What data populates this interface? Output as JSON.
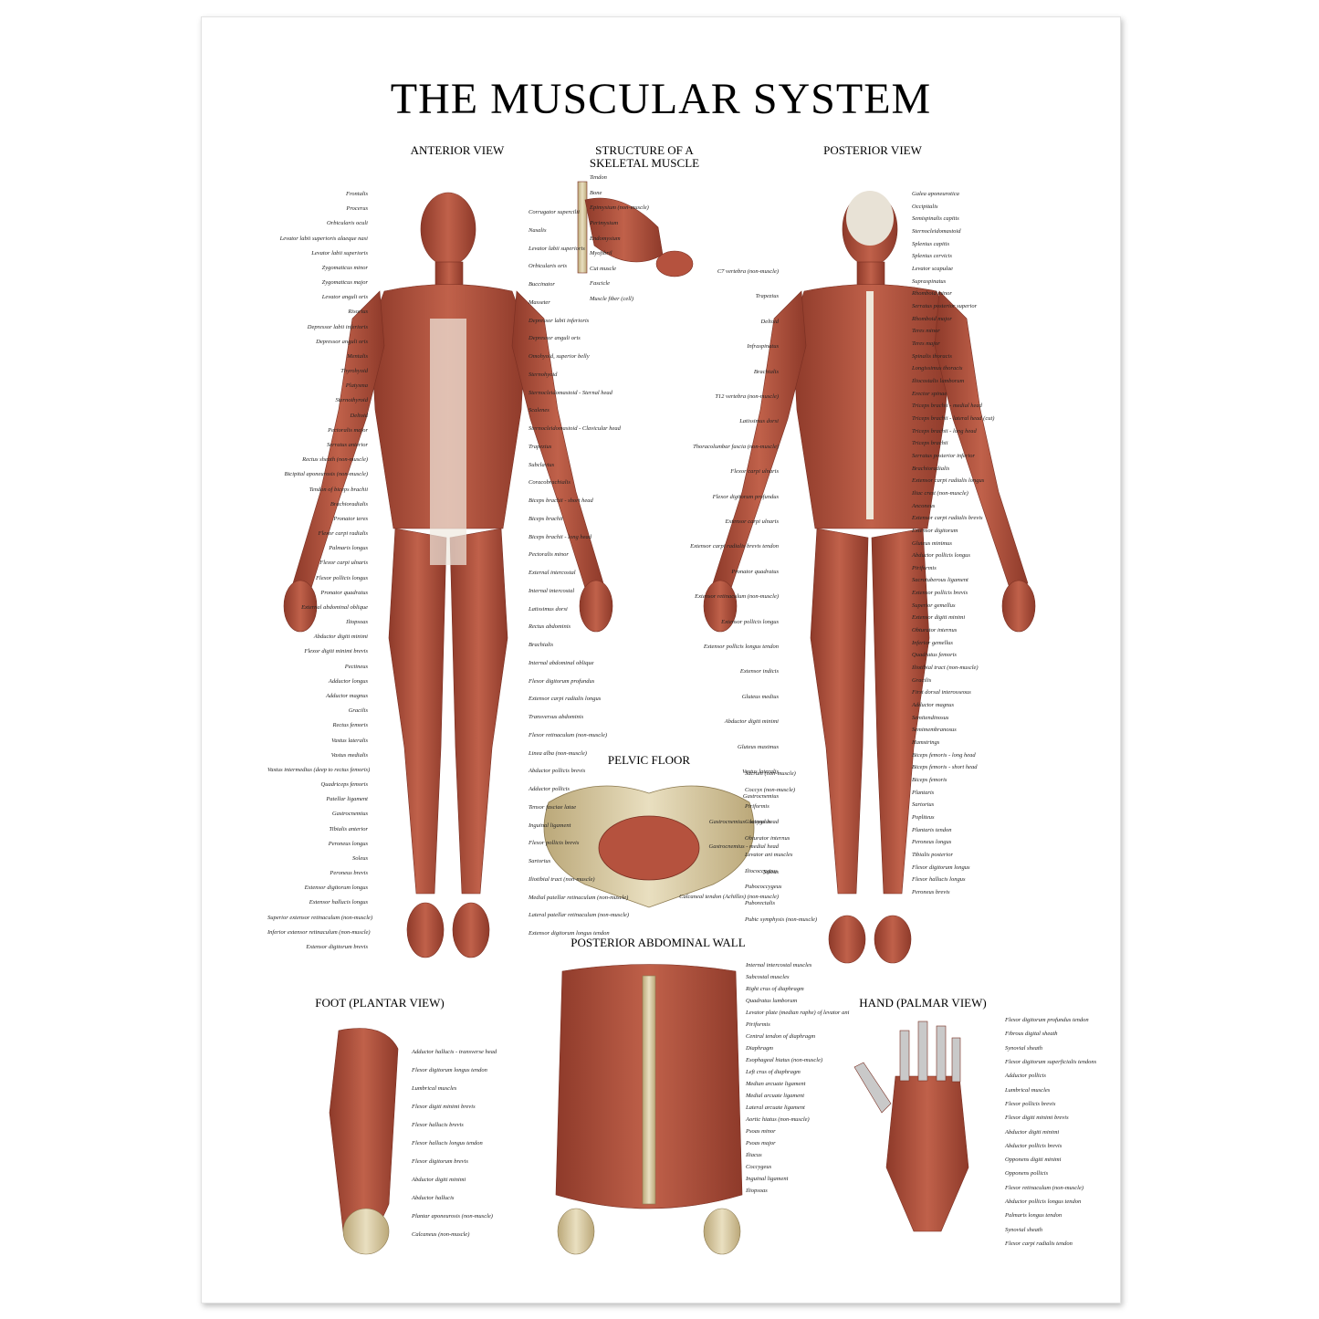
{
  "title": "THE MUSCULAR SYSTEM",
  "sections": {
    "anterior": "ANTERIOR VIEW",
    "structure_line1": "STRUCTURE OF A",
    "structure_line2": "SKELETAL MUSCLE",
    "posterior": "POSTERIOR VIEW",
    "pelvic": "PELVIC FLOOR",
    "abdominal": "POSTERIOR ABDOMINAL WALL",
    "foot": "FOOT (PLANTAR VIEW)",
    "hand": "HAND (PALMAR VIEW)"
  },
  "anterior_left": [
    "Frontalis",
    "Procerus",
    "Orbicularis oculi",
    "Levator labii superioris alaeque nasi",
    "Levator labii superioris",
    "Zygomaticus minor",
    "Zygomaticus major",
    "Levator anguli oris",
    "Risorius",
    "Depressor labii inferioris",
    "Depressor anguli oris",
    "Mentalis",
    "Thyrohyoid",
    "Platysma",
    "Sternothyroid",
    "Deltoid",
    "Pectoralis major",
    "Serratus anterior",
    "Rectus sheath (non-muscle)",
    "Bicipital aponeurosis (non-muscle)",
    "Tendon of biceps brachii",
    "Brachioradialis",
    "Pronator teres",
    "Flexor carpi radialis",
    "Palmaris longus",
    "Flexor carpi ulnaris",
    "Flexor pollicis longus",
    "Pronator quadratus",
    "External abdominal oblique",
    "Iliopsoas",
    "Abductor digiti minimi",
    "Flexor digiti minimi brevis",
    "Pectineus",
    "Adductor longus",
    "Adductor magnus",
    "Gracilis",
    "Rectus femoris",
    "Vastus lateralis",
    "Vastus medialis",
    "Vastus intermedius (deep to rectus femoris)",
    "Quadriceps femoris",
    "Patellar ligament",
    "Gastrocnemius",
    "Tibialis anterior",
    "Peroneus longus",
    "Soleus",
    "Peroneus brevis",
    "Extensor digitorum longus",
    "Extensor hallucis longus",
    "Superior extensor retinaculum (non-muscle)",
    "Inferior extensor retinaculum (non-muscle)",
    "Extensor digitorum brevis"
  ],
  "anterior_right": [
    "Corrugator supercilii",
    "Nasalis",
    "Levator labii superioris",
    "Orbicularis oris",
    "Buccinator",
    "Masseter",
    "Depressor labii inferioris",
    "Depressor anguli oris",
    "Omohyoid, superior belly",
    "Sternohyoid",
    "Sternocleidomastoid - Sternal head",
    "Scalenes",
    "Sternocleidomastoid - Clavicular head",
    "Trapezius",
    "Subclavius",
    "Coracobrachialis",
    "Biceps brachii - short head",
    "Biceps brachii",
    "Biceps brachii - long head",
    "Pectoralis minor",
    "External intercostal",
    "Internal intercostal",
    "Latissimus dorsi",
    "Rectus abdominis",
    "Brachialis",
    "Internal abdominal oblique",
    "Flexor digitorum profundus",
    "Extensor carpi radialis longus",
    "Transversus abdominis",
    "Flexor retinaculum (non-muscle)",
    "Linea alba (non-muscle)",
    "Abductor pollicis brevis",
    "Adductor pollicis",
    "Tensor fasciae latae",
    "Inguinal ligament",
    "Flexor pollicis brevis",
    "Sartorius",
    "Iliotibial tract (non-muscle)",
    "Medial patellar retinaculum (non-muscle)",
    "Lateral patellar retinaculum (non-muscle)",
    "Extensor digitorum longus tendon"
  ],
  "structure_labels": [
    "Tendon",
    "Bone",
    "Epimysium (non-muscle)",
    "Perimysium",
    "Endomysium",
    "Myofibril",
    "Cut muscle",
    "Fascicle",
    "Muscle fiber (cell)"
  ],
  "posterior_left": [
    "C7 vertebra (non-muscle)",
    "Trapezius",
    "Deltoid",
    "Infraspinatus",
    "Brachialis",
    "T12 vertebra (non-muscle)",
    "Latissimus dorsi",
    "Thoracolumbar fascia (non-muscle)",
    "Flexor carpi ulnaris",
    "Flexor digitorum profundus",
    "Extensor carpi ulnaris",
    "Extensor carpi radialis brevis tendon",
    "Pronator quadratus",
    "Extensor retinaculum (non-muscle)",
    "Extensor pollicis longus",
    "Extensor pollicis longus tendon",
    "Extensor indicis",
    "Gluteus medius",
    "Abductor digiti minimi",
    "Gluteus maximus",
    "Vastus lateralis",
    "Gastrocnemius",
    "Gastrocnemius - lateral head",
    "Gastrocnemius - medial head",
    "Soleus",
    "Calcaneal tendon (Achilles) (non-muscle)"
  ],
  "posterior_right": [
    "Galea aponeurotica",
    "Occipitalis",
    "Semispinalis capitis",
    "Sternocleidomastoid",
    "Splenius capitis",
    "Splenius cervicis",
    "Levator scapulae",
    "Supraspinatus",
    "Rhomboid minor",
    "Serratus posterior superior",
    "Rhomboid major",
    "Teres minor",
    "Teres major",
    "Spinalis thoracis",
    "Longissimus thoracis",
    "Iliocostalis lumborum",
    "Erector spinae",
    "Triceps brachii - medial head",
    "Triceps brachii - lateral head (cut)",
    "Triceps brachii - long head",
    "Triceps brachii",
    "Serratus posterior inferior",
    "Brachioradialis",
    "Extensor carpi radialis longus",
    "Iliac crest (non-muscle)",
    "Anconeus",
    "Extensor carpi radialis brevis",
    "Extensor digitorum",
    "Gluteus minimus",
    "Abductor pollicis longus",
    "Piriformis",
    "Sacrotuberous ligament",
    "Extensor pollicis brevis",
    "Superior gemellus",
    "Extensor digiti minimi",
    "Obturator internus",
    "Inferior gemellus",
    "Quadratus femoris",
    "Iliotibial tract (non-muscle)",
    "Gracilis",
    "First dorsal interosseous",
    "Adductor magnus",
    "Semitendinosus",
    "Semimembranosus",
    "Hamstrings",
    "Biceps femoris - long head",
    "Biceps femoris - short head",
    "Biceps femoris",
    "Plantaris",
    "Sartorius",
    "Popliteus",
    "Plantaris tendon",
    "Peroneus longus",
    "Tibialis posterior",
    "Flexor digitorum longus",
    "Flexor hallucis longus",
    "Peroneus brevis"
  ],
  "pelvic_labels": [
    "Sacrum (non-muscle)",
    "Coccyx (non-muscle)",
    "Piriformis",
    "Coccygeus",
    "Obturator internus",
    "Levator ani muscles",
    "Iliococcygeus",
    "Pubococcygeus",
    "Puborectalis",
    "Pubic symphysis (non-muscle)"
  ],
  "abdominal_labels": [
    "Internal intercostal muscles",
    "Subcostal muscles",
    "Right crus of diaphragm",
    "Quadratus lumborum",
    "Levator plate (median raphe) of levator ani",
    "Piriformis",
    "Central tendon of diaphragm",
    "Diaphragm",
    "Esophageal hiatus (non-muscle)",
    "Left crus of diaphragm",
    "Median arcuate ligament",
    "Medial arcuate ligament",
    "Lateral arcuate ligament",
    "Aortic hiatus (non-muscle)",
    "Psoas minor",
    "Psoas major",
    "Iliacus",
    "Coccygeus",
    "Inguinal ligament",
    "Iliopsoas"
  ],
  "foot_labels": [
    "Adductor hallucis - transverse head",
    "Flexor digitorum longus tendon",
    "Lumbrical muscles",
    "Flexor digiti minimi brevis",
    "Flexor hallucis brevis",
    "Flexor hallucis longus tendon",
    "Flexor digitorum brevis",
    "Abductor digiti minimi",
    "Abductor hallucis",
    "Plantar aponeurosis (non-muscle)",
    "Calcaneus (non-muscle)"
  ],
  "hand_labels": [
    "Flexor digitorum profundus tendon",
    "Fibrous digital sheath",
    "Synovial sheath",
    "Flexor digitorum superficialis tendons",
    "Adductor pollicis",
    "Lumbrical muscles",
    "Flexor pollicis brevis",
    "Flexor digiti minimi brevis",
    "Abductor digiti minimi",
    "Abductor pollicis brevis",
    "Opponens digiti minimi",
    "Opponens pollicis",
    "Flexor retinaculum (non-muscle)",
    "Abductor pollicis longus tendon",
    "Palmaris longus tendon",
    "Synovial sheath",
    "Flexor carpi radialis tendon"
  ]
}
